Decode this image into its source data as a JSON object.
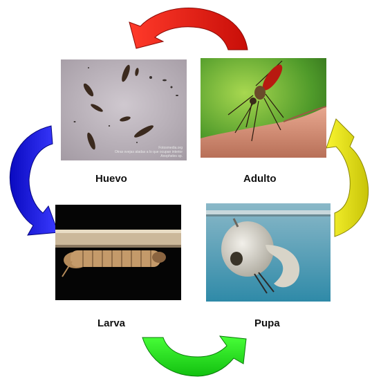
{
  "stages": {
    "egg": {
      "label": "Huevo",
      "credit": [
        "Fotosmedia.org",
        "Otras ovejas atadas a lo que ocupan interior",
        "Anopheles sp."
      ]
    },
    "adult": {
      "label": "Adulto"
    },
    "larva": {
      "label": "Larva"
    },
    "pupa": {
      "label": "Pupa"
    }
  },
  "colors": {
    "arrow_top": "#e8160f",
    "arrow_left": "#1010d8",
    "arrow_bottom": "#1fd81a",
    "arrow_right": "#e6e010"
  }
}
